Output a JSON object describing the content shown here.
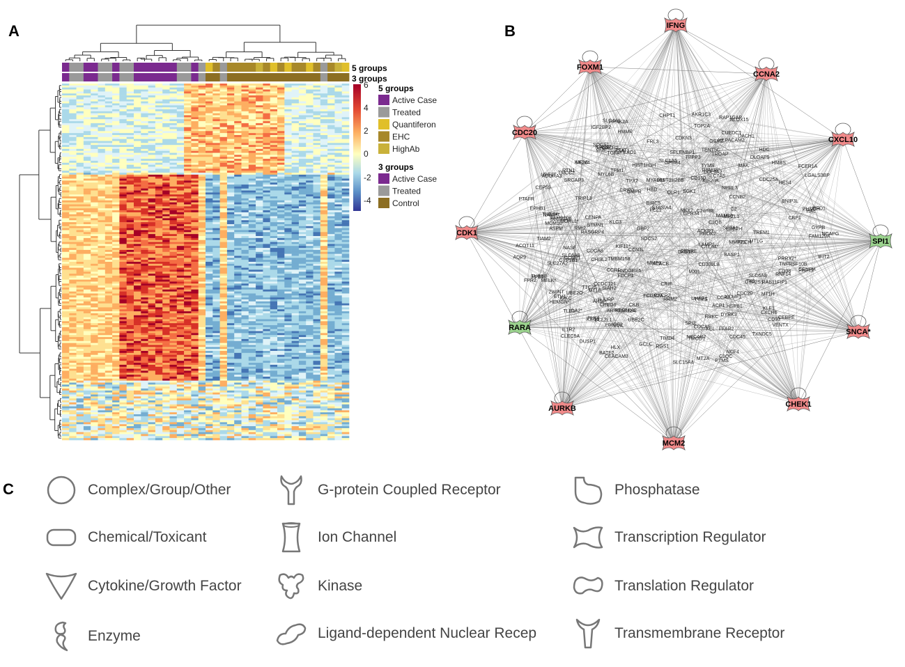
{
  "panels": {
    "a": "A",
    "b": "B",
    "c": "C"
  },
  "heatmap": {
    "track_labels": [
      "5 groups",
      "3 groups"
    ],
    "colorbar_ticks": [
      "6",
      "4",
      "2",
      "0",
      "-2",
      "-4"
    ],
    "legend5_title": "5 groups",
    "legend5": [
      {
        "label": "Active Case",
        "color": "#7b2a8f"
      },
      {
        "label": "Treated",
        "color": "#9a9a9a"
      },
      {
        "label": "Quantiferon",
        "color": "#e0bf2a"
      },
      {
        "label": "EHC",
        "color": "#a7882a"
      },
      {
        "label": "HighAb",
        "color": "#c9b13a"
      }
    ],
    "legend3_title": "3 groups",
    "legend3": [
      {
        "label": "Active Case",
        "color": "#7b2a8f"
      },
      {
        "label": "Treated",
        "color": "#9a9a9a"
      },
      {
        "label": "Control",
        "color": "#8c6e22"
      }
    ]
  },
  "network": {
    "hubs": [
      {
        "label": "IFNG",
        "color": "#f08a8a"
      },
      {
        "label": "FOXM1",
        "color": "#f08a8a"
      },
      {
        "label": "CCNA2",
        "color": "#f08a8a"
      },
      {
        "label": "CDC20",
        "color": "#f08a8a"
      },
      {
        "label": "CXCL10",
        "color": "#f08a8a"
      },
      {
        "label": "CDK1",
        "color": "#f08a8a"
      },
      {
        "label": "SPI1",
        "color": "#9bd38e"
      },
      {
        "label": "RARA",
        "color": "#9bd38e"
      },
      {
        "label": "SNCA*",
        "color": "#f08a8a"
      },
      {
        "label": "AURKB",
        "color": "#f08a8a"
      },
      {
        "label": "CHEK1",
        "color": "#f08a8a"
      },
      {
        "label": "MCM2",
        "color": "#f08a8a"
      }
    ],
    "genes": [
      "TMCC2",
      "KCMF1",
      "CRIP2",
      "TIAM2",
      "RBM38*",
      "TXNDC5",
      "DYRK3",
      "UHRF1",
      "EPHB1",
      "ST8SIA4",
      "RNF14",
      "MELK*",
      "KIF20A",
      "NKX2",
      "SPTA1",
      "KEL",
      "SORL1*",
      "CHPT1",
      "FAM210B",
      "RMI2",
      "MXI1",
      "CREG1",
      "MAK",
      "TK1",
      "SLC4A1",
      "FPR2",
      "AHSP",
      "MAML3",
      "TTK",
      "DACH1",
      "UBE2C",
      "TENT5C",
      "FCGR2A",
      "RTN1",
      "HPS1",
      "CDC20",
      "TOP2A",
      "CENPE",
      "GYPB",
      "IGKC",
      "COL9A2",
      "TRIP13",
      "PTMS",
      "CDCA8",
      "ACP1",
      "CA2*",
      "TGFA*",
      "LAG3",
      "CXCR2",
      "TPPP3",
      "FEZ1",
      "KIF11*",
      "STMN1",
      "GBP2",
      "BCL2L1",
      "CTLA4*",
      "KLF1",
      "MMP9",
      "TYMS",
      "ACKR1",
      "SELENBP1",
      "RPS6KA2",
      "SLC27A2",
      "CDKN3",
      "PLK4",
      "PRRX2*",
      "CXCR1",
      "SLC29A1",
      "OLR1",
      "CHI3L2",
      "CRIP",
      "RASGRP4",
      "CDCA5",
      "KIF2C",
      "GKS1B",
      "BNIP3L",
      "HSPB1",
      "PTAFR",
      "HMGB2",
      "HDC",
      "CBP1",
      "HJURP",
      "ZWINT",
      "NCAPG",
      "CDC25A",
      "ACACB",
      "CCNB2",
      "SPI2",
      "FDCP1",
      "CCR1",
      "SOCS2",
      "CUEDC1",
      "ASPM",
      "BIRC5",
      "HEMGN*",
      "NASF",
      "C2",
      "GPR34",
      "ALOX15",
      "HIST3H2BB",
      "UBE2T",
      "ARHGAP11A",
      "CENPA",
      "TYMS",
      "SOCS1",
      "SLC7A5",
      "IFIT2",
      "LAMP3",
      "ADORA3",
      "IGF2BP2",
      "DLGAP5",
      "SRGAP3",
      "TPX2",
      "DUSP1",
      "GSMZ",
      "ETV1",
      "CCR2",
      "FCER1A",
      "TIMD4",
      "HAL",
      "KIF15",
      "MCM4",
      "RBKC",
      "C1QC",
      "NCF4",
      "NAMPT",
      "CEACAM3",
      "HIST1H3H",
      "CDC45",
      "HNDGRE5",
      "PHSOH",
      "TNFRSF10B",
      "AQP9",
      "MT1G",
      "C1QB",
      "CD160",
      "CD300LB",
      "HBD",
      "CEP55",
      "LGALS3BP",
      "MT2A",
      "HMBS",
      "MT1H",
      "SLC6A8",
      "NPRL3",
      "CENPH",
      "RGS1",
      "SIAH2",
      "CEBPE",
      "MME",
      "FECH",
      "GMPR",
      "CLEC5A",
      "SLC6A8",
      "MCM10",
      "CCNE1",
      "PROK2",
      "TMOD1",
      "CD38",
      "THBS4",
      "TMEM158",
      "MMP25",
      "SGK1",
      "PHF19",
      "SLC1A5",
      "CD93",
      "TREM1",
      "CXCR6",
      "MT1E",
      "SVIL",
      "GCLC",
      "FFAR2",
      "IL1R2",
      "BATF2",
      "MPZL1",
      "FRL3",
      "HEPACAM2",
      "GPR84",
      "SLC15A4",
      "HLX",
      "TUBB8",
      "C2orf88",
      "CKB",
      "TPM1",
      "HMMR",
      "UBE2O",
      "AKR1C3",
      "TLE3",
      "CYP2S1",
      "BASP1",
      "CYP1B1",
      "FAM129A",
      "PSAT1",
      "HES4",
      "MYL6B",
      "KANK2",
      "MYADM",
      "UBE2H",
      "VENTX",
      "PIP4K2A",
      "RAB11FIP1",
      "KLC3",
      "ACOT11",
      "RRM2",
      "RAP1GAP",
      "CCNJL",
      "UBFD1",
      "EXO1",
      "NECAB2",
      "TTC25",
      "TROAP",
      "CCDC121"
    ],
    "hub_colors": {
      "regulator_red": "#f08a8a",
      "regulator_green": "#9bd38e"
    }
  },
  "shape_legend": [
    {
      "icon": "circle-icon",
      "label": "Complex/Group/Other"
    },
    {
      "icon": "rounded-rectangle-icon",
      "label": "Chemical/Toxicant"
    },
    {
      "icon": "v-shape-icon",
      "label": "Cytokine/Growth Factor"
    },
    {
      "icon": "enzyme-icon",
      "label": "Enzyme"
    },
    {
      "icon": "gpcr-icon",
      "label": "G-protein Coupled Receptor"
    },
    {
      "icon": "ion-channel-icon",
      "label": "Ion Channel"
    },
    {
      "icon": "kinase-icon",
      "label": "Kinase"
    },
    {
      "icon": "nuclear-receptor-icon",
      "label": "Ligand-dependent Nuclear Recep"
    },
    {
      "icon": "phosphatase-icon",
      "label": "Phosphatase"
    },
    {
      "icon": "transcription-regulator-icon",
      "label": "Transcription Regulator"
    },
    {
      "icon": "translation-regulator-icon",
      "label": "Translation Regulator"
    },
    {
      "icon": "transmembrane-receptor-icon",
      "label": "Transmembrane Receptor"
    }
  ]
}
